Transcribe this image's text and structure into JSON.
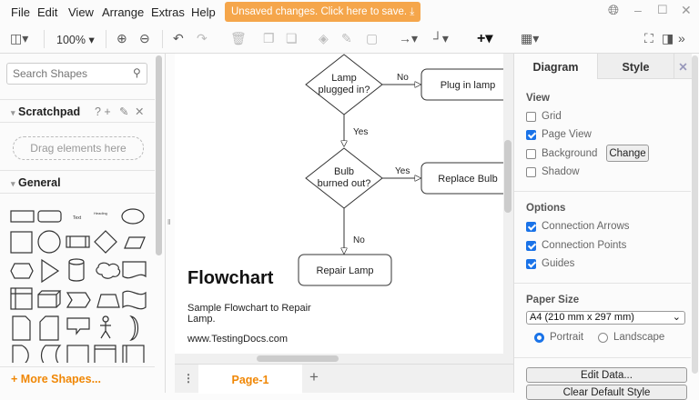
{
  "menu": [
    "File",
    "Edit",
    "View",
    "Arrange",
    "Extras",
    "Help"
  ],
  "unsaved": "Unsaved changes. Click here to save.",
  "toolbar": {
    "zoom": "100%"
  },
  "sidebar": {
    "search_placeholder": "Search Shapes",
    "scratchpad": "Scratchpad",
    "scratch_tools": "? +",
    "drag": "Drag elements here",
    "general": "General",
    "more": "More Shapes...",
    "shape_text": "Text",
    "shape_heading": "Heading"
  },
  "diagram": {
    "d1": [
      "Lamp",
      "plugged in?"
    ],
    "plug": "Plug in lamp",
    "d2": [
      "Bulb",
      "burned out?"
    ],
    "replace": "Replace Bulb",
    "repair": "Repair Lamp",
    "no1": "No",
    "yes1": "Yes",
    "yes2": "Yes",
    "no2": "No",
    "title": "Flowchart",
    "desc1": "Sample Flowchart to Repair",
    "desc2": "Lamp.",
    "url": "www.TestingDocs.com"
  },
  "pages": {
    "tab": "Page-1"
  },
  "panel": {
    "tab_diagram": "Diagram",
    "tab_style": "Style",
    "view": "View",
    "grid": "Grid",
    "page_view": "Page View",
    "background": "Background",
    "change": "Change",
    "shadow": "Shadow",
    "options": "Options",
    "conn_arrows": "Connection Arrows",
    "conn_points": "Connection Points",
    "guides": "Guides",
    "paper_size": "Paper Size",
    "paper_value": "A4 (210 mm x 297 mm)",
    "portrait": "Portrait",
    "landscape": "Landscape",
    "edit_data": "Edit Data...",
    "clear_style": "Clear Default Style"
  },
  "state": {
    "grid": false,
    "page_view": true,
    "background": false,
    "shadow": false,
    "connection_arrows": true,
    "connection_points": true,
    "guides": true,
    "orientation": "Portrait"
  },
  "colors": {
    "accent": "#f08705",
    "unsaved_bg": "#f5a64b",
    "check": "#1a73e8"
  }
}
